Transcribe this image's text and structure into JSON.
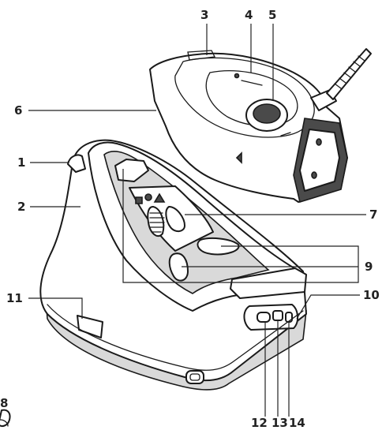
{
  "labels": {
    "l1": "1",
    "l2": "2",
    "l3": "3",
    "l4": "4",
    "l5": "5",
    "l6": "6",
    "l7": "7",
    "l8": "8",
    "l9": "9",
    "l10": "10",
    "l11": "11",
    "l12": "12",
    "l13": "13",
    "l14": "14"
  },
  "colors": {
    "line": "#1a1a1a",
    "shade": "#d9d9d9",
    "dark": "#4a4a4a"
  }
}
